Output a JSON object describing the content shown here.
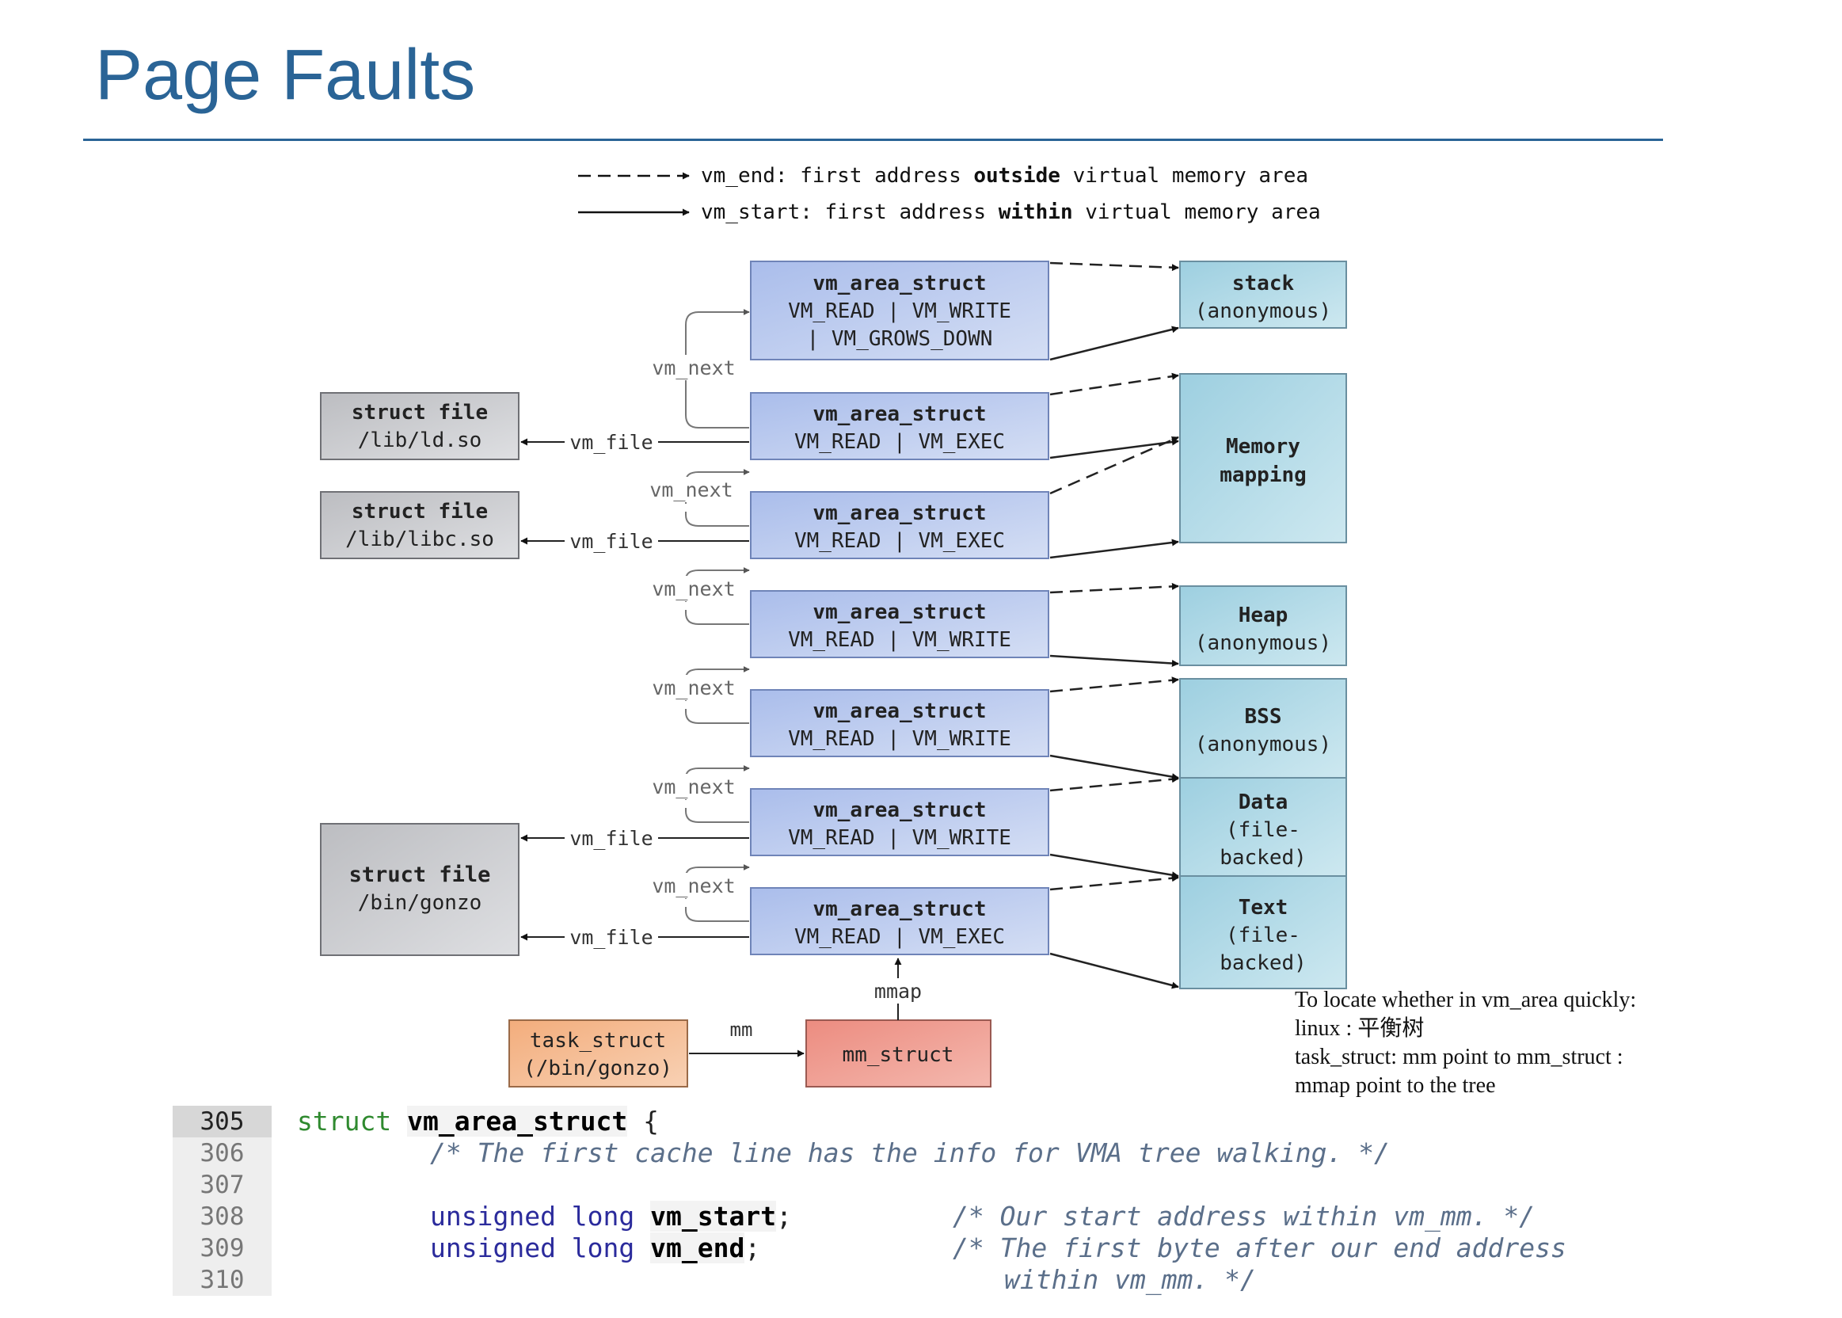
{
  "page": {
    "title": "Page Faults"
  },
  "legend": [
    {
      "style": "dashed",
      "prefix": "vm_end: first address ",
      "emph": "outside",
      "suffix": " virtual memory area"
    },
    {
      "style": "solid",
      "prefix": "vm_start: first address ",
      "emph": "within",
      "suffix": " virtual memory area"
    }
  ],
  "vmas": [
    {
      "title": "vm_area_struct",
      "lines": [
        "VM_READ | VM_WRITE",
        "| VM_GROWS_DOWN"
      ]
    },
    {
      "title": "vm_area_struct",
      "lines": [
        "VM_READ | VM_EXEC"
      ]
    },
    {
      "title": "vm_area_struct",
      "lines": [
        "VM_READ | VM_EXEC"
      ]
    },
    {
      "title": "vm_area_struct",
      "lines": [
        "VM_READ | VM_WRITE"
      ]
    },
    {
      "title": "vm_area_struct",
      "lines": [
        "VM_READ | VM_WRITE"
      ]
    },
    {
      "title": "vm_area_struct",
      "lines": [
        "VM_READ | VM_WRITE"
      ]
    },
    {
      "title": "vm_area_struct",
      "lines": [
        "VM_READ | VM_EXEC"
      ]
    }
  ],
  "regions": [
    {
      "lines": [
        "stack",
        "(anonymous)"
      ]
    },
    {
      "lines": [
        "Memory",
        "mapping"
      ]
    },
    {
      "lines": [
        "Heap",
        "(anonymous)"
      ]
    },
    {
      "lines": [
        "BSS",
        "(anonymous)"
      ]
    },
    {
      "lines": [
        "Data",
        "(file-",
        "backed)"
      ]
    },
    {
      "lines": [
        "Text",
        "(file-",
        "backed)"
      ]
    }
  ],
  "files": [
    {
      "lines": [
        "struct file",
        "/lib/ld.so"
      ]
    },
    {
      "lines": [
        "struct file",
        "/lib/libc.so"
      ]
    },
    {
      "lines": [
        "struct file",
        "/bin/gonzo"
      ]
    }
  ],
  "labels": {
    "vm_next": "vm_next",
    "vm_file": "vm_file",
    "mmap": "mmap",
    "mm": "mm"
  },
  "task_struct": {
    "lines": [
      "task_struct",
      "(/bin/gonzo)"
    ]
  },
  "mm_struct": {
    "label": "mm_struct"
  },
  "note": {
    "lines": [
      "To locate whether in vm_area quickly:",
      "linux : 平衡树",
      "task_struct: mm point to mm_struct :",
      "mmap point to the tree"
    ]
  },
  "code": {
    "line_numbers": [
      "305",
      "306",
      "307",
      "308",
      "309",
      "310"
    ],
    "l305": {
      "kw": "struct",
      "name": "vm_area_struct",
      "rest": " {"
    },
    "l306": {
      "comment": "/* The first cache line has the info for VMA tree walking. */"
    },
    "l308": {
      "type": "unsigned long",
      "name": "vm_start",
      "semi": ";",
      "comment": "/* Our start address within vm_mm. */"
    },
    "l309": {
      "type": "unsigned long",
      "name": "vm_end",
      "semi": ";",
      "comment": "/* The first byte after our end address"
    },
    "l310": {
      "comment": "within vm_mm. */"
    }
  },
  "colors": {
    "title": "#2a6496",
    "vma_fill": "#b8c8ea",
    "region_fill": "#a9d3e0",
    "file_fill": "#c8c9cc",
    "task_fill": "#f5b98e",
    "mm_fill": "#ee9c92"
  }
}
